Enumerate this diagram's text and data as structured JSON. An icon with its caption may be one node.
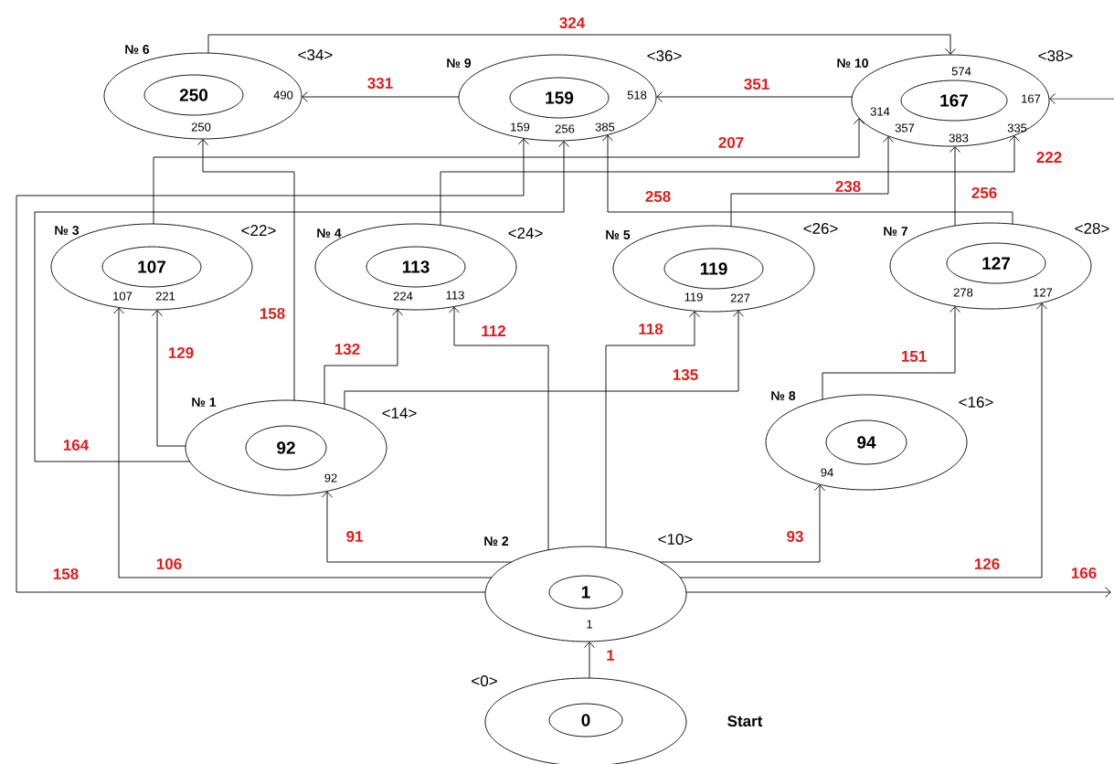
{
  "diagram": {
    "nodes": [
      {
        "text": [
          "№ 6",
          "490",
          "250"
        ],
        "beside": [
          "<34>"
        ]
      },
      {
        "text": [
          "250"
        ],
        "in": 0
      },
      {
        "text": [
          "№ 9",
          "518",
          "159",
          "256",
          "385"
        ],
        "beside": [
          "<36>"
        ]
      },
      {
        "text": [
          "159"
        ],
        "in": 2
      },
      {
        "text": [
          "№ 10",
          "574",
          "167",
          "314",
          "357",
          "383",
          "335"
        ],
        "beside": [
          "<38>"
        ]
      },
      {
        "text": [
          "167"
        ],
        "in": 4
      },
      {
        "text": [
          "№ 3",
          "107",
          "221"
        ],
        "beside": [
          "<22>"
        ]
      },
      {
        "text": [
          "107"
        ],
        "in": 6
      },
      {
        "text": [
          "№ 4",
          "224",
          "113"
        ],
        "beside": [
          "<24>"
        ]
      },
      {
        "text": [
          "113"
        ],
        "in": 8
      },
      {
        "text": [
          "№ 5",
          "119",
          "227"
        ],
        "beside": [
          "<26>"
        ]
      },
      {
        "text": [
          "119"
        ],
        "in": 10
      },
      {
        "text": [
          "№ 7",
          "278",
          "127"
        ],
        "beside": [
          "<28>"
        ]
      },
      {
        "text": [
          "127"
        ],
        "in": 12
      },
      {
        "text": [
          "№ 1",
          "92"
        ],
        "beside": [
          "<14>"
        ]
      },
      {
        "text": [
          "92"
        ],
        "in": 14
      },
      {
        "text": [
          "№ 8",
          "94"
        ],
        "beside": [
          "<16>"
        ]
      },
      {
        "text": [
          "94"
        ],
        "in": 16
      },
      {
        "text": [
          "№ 2",
          "1"
        ],
        "beside": [
          "<10>"
        ]
      },
      {
        "text": [
          "1"
        ],
        "in": 18
      },
      {
        "text": [],
        "shape": "ellipse",
        "beside": [
          "<0>",
          "Start"
        ]
      },
      {
        "text": [
          "0"
        ],
        "in": 20
      }
    ],
    "edges": [
      {
        "from": 20,
        "to": 18,
        "arrow": "to",
        "label": "1"
      },
      {
        "from": 18,
        "to": 14,
        "arrow": "to",
        "label": "91"
      },
      {
        "from": 18,
        "to": 6,
        "arrow": "to",
        "label": "106"
      },
      {
        "from": 18,
        "to": 2,
        "arrow": "to",
        "label": "158"
      },
      {
        "from": 18,
        "to": 16,
        "arrow": "to",
        "label": "93"
      },
      {
        "from": 18,
        "to": 12,
        "arrow": "to",
        "label": "126"
      },
      {
        "from": 18,
        "to": null,
        "arrow": "to",
        "label": "166"
      },
      {
        "from": null,
        "to": 4,
        "arrow": "to"
      },
      {
        "from": 18,
        "to": 8,
        "arrow": "to",
        "label": "112"
      },
      {
        "from": 18,
        "to": 10,
        "arrow": "to",
        "label": "118"
      },
      {
        "from": 14,
        "to": 8,
        "arrow": "to",
        "label": "132"
      },
      {
        "from": 14,
        "to": 10,
        "arrow": "to",
        "label": "135"
      },
      {
        "from": 14,
        "to": 6,
        "arrow": "to",
        "label": "129"
      },
      {
        "from": 14,
        "to": 2,
        "arrow": "to",
        "label": "164"
      },
      {
        "from": 14,
        "to": 0,
        "arrow": "to",
        "label": "158"
      },
      {
        "from": 16,
        "to": 12,
        "arrow": "to",
        "label": "151"
      },
      {
        "from": 6,
        "to": 4,
        "arrow": "to",
        "label": "207"
      },
      {
        "from": 8,
        "to": 4,
        "arrow": "to",
        "label": "222"
      },
      {
        "from": 10,
        "to": 4,
        "arrow": "to",
        "label": "238"
      },
      {
        "from": 12,
        "to": 4,
        "arrow": "to",
        "label": "256"
      },
      {
        "from": 12,
        "to": 2,
        "arrow": "to",
        "label": "258"
      },
      {
        "from": 0,
        "to": 4,
        "arrow": "to",
        "label": "324"
      },
      {
        "from": 2,
        "to": 0,
        "arrow": "to",
        "label": "331"
      },
      {
        "from": 4,
        "to": 2,
        "arrow": "to",
        "label": "351"
      }
    ]
  }
}
